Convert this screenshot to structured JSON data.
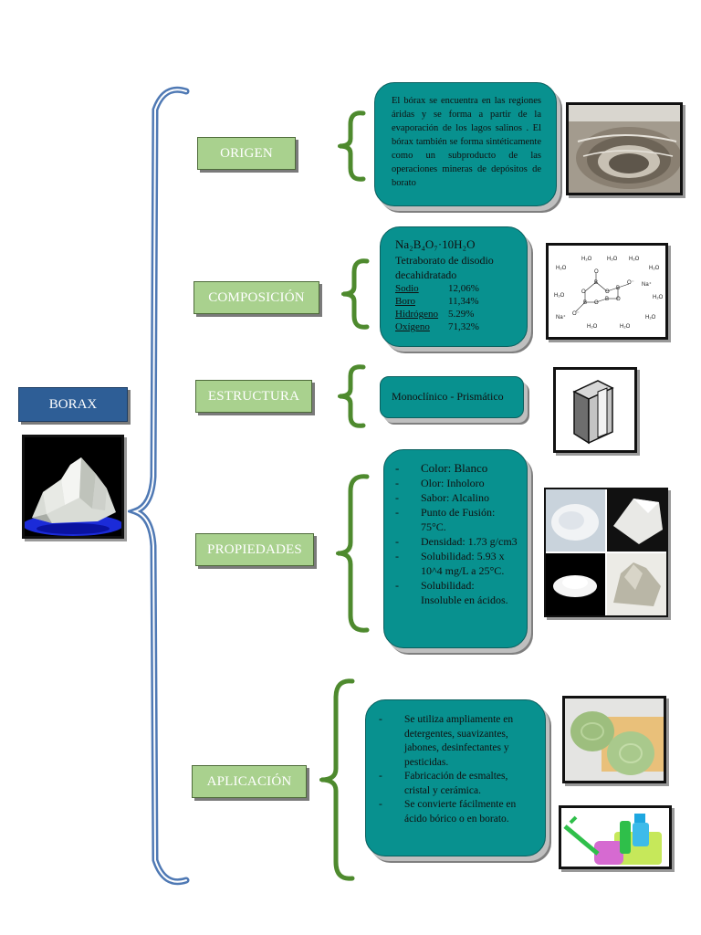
{
  "root": {
    "label": "BORAX"
  },
  "branches": {
    "origen": {
      "label": "ORIGEN",
      "text": "El bórax se encuentra en las regiones áridas y se forma a partir de la evaporación de los lagos salinos . El bórax también se forma sintéticamente como un subproducto de las operaciones mineras de depósitos de borato"
    },
    "composicion": {
      "label": "COMPOSICIÓN",
      "formula": "Na₂B₄O₇·10H₂O",
      "name": "Tetraborato de disodio decahidratado",
      "elements": [
        {
          "el": "Sodio",
          "pct": "12,06%"
        },
        {
          "el": "Boro",
          "pct": "11,34%"
        },
        {
          "el": "Hidrógeno",
          "pct": "5.29%"
        },
        {
          "el": "Oxígeno",
          "pct": "71,32%"
        }
      ],
      "molecule": {
        "h2o": "H₂O",
        "na": "Na⁺",
        "o": "O",
        "b": "B",
        "ominus": "O⁻"
      }
    },
    "estructura": {
      "label": "ESTRUCTURA",
      "text": "Monoclínico - Prismático"
    },
    "propiedades": {
      "label": "PROPIEDADES",
      "items": [
        "Color: Blanco",
        "Olor: Inholoro",
        "Sabor: Alcalino",
        "Punto de Fusión: 75°C.",
        "Densidad: 1.73 g/cm3",
        "Solubilidad: 5.93 x 10^4 mg/L a 25°C.",
        "Solubilidad: Insoluble en ácidos."
      ]
    },
    "aplicacion": {
      "label": "APLICACIÓN",
      "items": [
        "Se utiliza ampliamente en detergentes, suavizantes, jabones, desinfectantes y pesticidas.",
        "Fabricación de esmaltes, cristal y cerámica.",
        "Se convierte fácilmente en ácido bórico o en borato."
      ]
    }
  },
  "colors": {
    "teal": "#08918f",
    "green": "#a9d18e",
    "blue": "#2e5e96",
    "brace_blue": "#2e5e96",
    "brace_green": "#4e8a2e"
  },
  "icons": [
    "mine-photo",
    "molecule-diagram",
    "prism-crystal",
    "borax-samples",
    "soap-photo",
    "cleaning-products-photo",
    "borax-crystal-photo"
  ]
}
